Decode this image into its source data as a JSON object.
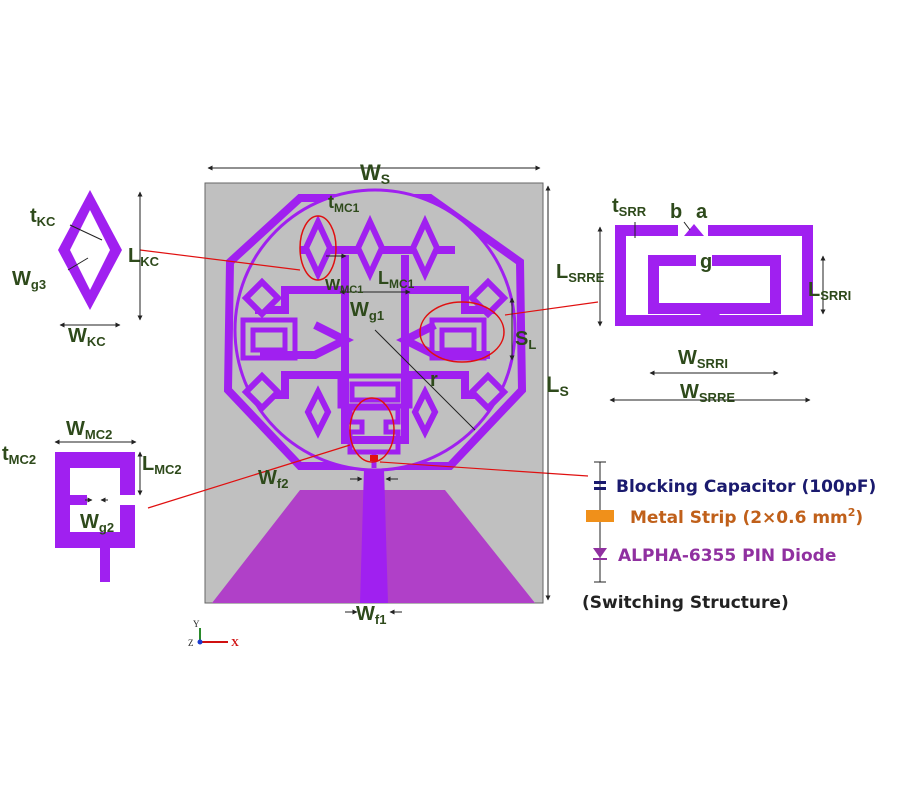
{
  "colors": {
    "substrate": "#c0c0c0",
    "metal": "#a020f0",
    "ground": "#b040c8",
    "label": "#2e4a1b",
    "red_line": "#e01010",
    "cap_text": "#1a1a6e",
    "strip_text": "#c0601a",
    "diode_text": "#9030a0",
    "strip_fill": "#f0901a"
  },
  "dims": {
    "ws": "W",
    "ws_sub": "S",
    "ls": "L",
    "ls_sub": "S",
    "sl": "S",
    "sl_sub": "L",
    "r": "r",
    "wg1": "W",
    "wg1_sub": "g1",
    "wmc1": "W",
    "wmc1_sub": "MC1",
    "lmc1": "L",
    "lmc1_sub": "MC1",
    "tmc1": "t",
    "tmc1_sub": "MC1",
    "wf2": "W",
    "wf2_sub": "f2",
    "wf1": "W",
    "wf1_sub": "f1"
  },
  "kc": {
    "tkc": "t",
    "tkc_sub": "KC",
    "lkc": "L",
    "lkc_sub": "KC",
    "wg3": "W",
    "wg3_sub": "g3",
    "wkc": "W",
    "wkc_sub": "KC"
  },
  "mc2": {
    "wmc2": "W",
    "wmc2_sub": "MC2",
    "tmc2": "t",
    "tmc2_sub": "MC2",
    "lmc2": "L",
    "lmc2_sub": "MC2",
    "wg2": "W",
    "wg2_sub": "g2"
  },
  "srr": {
    "tsrr": "t",
    "tsrr_sub": "SRR",
    "b": "b",
    "a": "a",
    "g": "g",
    "lsrre": "L",
    "lsrre_sub": "SRRE",
    "lsrri": "L",
    "lsrri_sub": "SRRI",
    "wsrri": "W",
    "wsrri_sub": "SRRI",
    "wsrre": "W",
    "wsrre_sub": "SRRE"
  },
  "legend": {
    "capacitor": "Blocking Capacitor (100pF)",
    "strip_pre": "Metal Strip (2×0.6 mm",
    "strip_sup": "2",
    "strip_post": ")",
    "diode": "ALPHA-6355 PIN Diode",
    "structure": "(Switching Structure)"
  },
  "axes": {
    "y": "Y",
    "z": "Z",
    "x": "X"
  }
}
